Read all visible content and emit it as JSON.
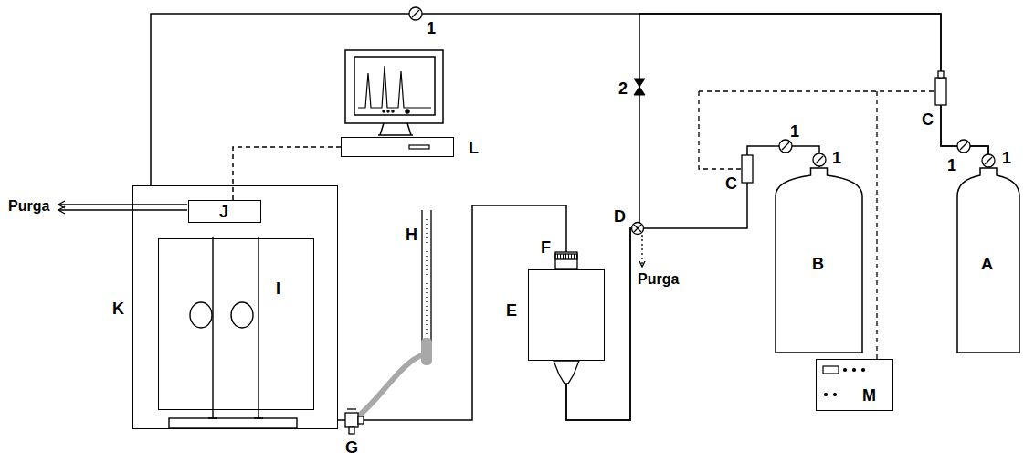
{
  "diagram": {
    "nodes": [
      {
        "text": [
          "K"
        ]
      },
      {
        "text": [
          "J"
        ],
        "in": 0
      },
      {
        "text": [
          "I"
        ],
        "in": 0
      },
      {
        "text": [
          "L"
        ]
      },
      {
        "text": [
          "E"
        ]
      },
      {
        "text": [
          "B"
        ]
      },
      {
        "text": [
          "A"
        ]
      },
      {
        "text": [
          "M"
        ]
      }
    ],
    "edges": [
      {
        "from": 6,
        "to": 0,
        "arrow": "none"
      },
      {
        "from": 6,
        "to": 4,
        "arrow": "none"
      },
      {
        "from": 5,
        "to": 4,
        "arrow": "none"
      },
      {
        "from": 4,
        "to": 0,
        "arrow": "none"
      },
      {
        "from": 3,
        "to": 1,
        "arrow": "none"
      }
    ],
    "labels": [
      "Purga",
      "1",
      "2",
      "C",
      "1",
      "1",
      "1",
      "1",
      "C",
      "D",
      "F",
      "Purga",
      "H",
      "G"
    ]
  }
}
